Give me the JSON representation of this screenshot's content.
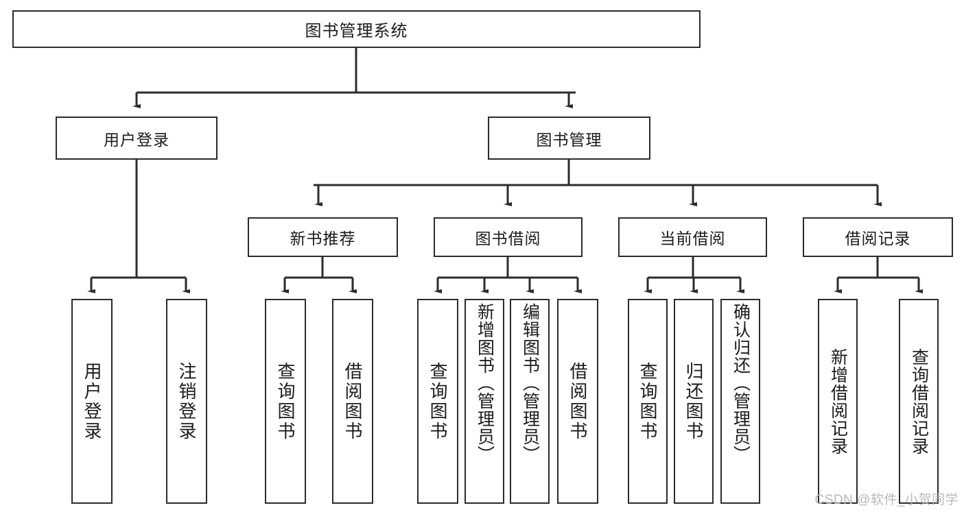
{
  "diagram": {
    "title": "图书管理系统",
    "type": "tree-hierarchy",
    "watermark": "CSDN @软件_小贺同学",
    "colors": {
      "stroke": "#2b2b2b",
      "fill": "#ffffff",
      "text": "#1b1b1b",
      "watermark": "#b8b8b8"
    },
    "nodes": {
      "root": {
        "label": "图书管理系统"
      },
      "level1": [
        {
          "label": "用户登录"
        },
        {
          "label": "图书管理"
        }
      ],
      "level2": [
        {
          "label": "新书推荐"
        },
        {
          "label": "图书借阅"
        },
        {
          "label": "当前借阅"
        },
        {
          "label": "借阅记录"
        }
      ],
      "leaves": {
        "user_login": [
          {
            "label": "用户登录"
          },
          {
            "label": "注销登录"
          }
        ],
        "new_book": [
          {
            "label": "查询图书"
          },
          {
            "label": "借阅图书"
          }
        ],
        "book_borrow": [
          {
            "label": "查询图书"
          },
          {
            "label": "新增图书（管理员）"
          },
          {
            "label": "编辑图书（管理员）"
          },
          {
            "label": "借阅图书"
          }
        ],
        "current_borrow": [
          {
            "label": "查询图书"
          },
          {
            "label": "归还图书"
          },
          {
            "label": "确认归还（管理员）"
          }
        ],
        "borrow_record": [
          {
            "label": "新增借阅记录"
          },
          {
            "label": "查询借阅记录"
          }
        ]
      }
    }
  }
}
